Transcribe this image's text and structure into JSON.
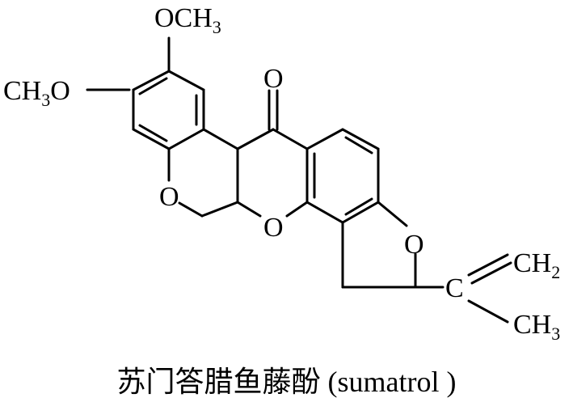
{
  "molecule": {
    "atoms": {
      "o_carbonyl": "O",
      "o_ring_left": "O",
      "o_ring_center": "O",
      "o_furan": "O",
      "c_vinyl": "C",
      "methoxy_top": {
        "main": "OCH",
        "sub": "3"
      },
      "methoxy_left": {
        "main": "CH",
        "sub": "3",
        "tail": "O"
      },
      "ch2": {
        "main": "CH",
        "sub": "2"
      },
      "ch3": {
        "main": "CH",
        "sub": "3"
      }
    }
  },
  "caption": {
    "text": "苏门答腊鱼藤酚 (sumatrol )"
  }
}
